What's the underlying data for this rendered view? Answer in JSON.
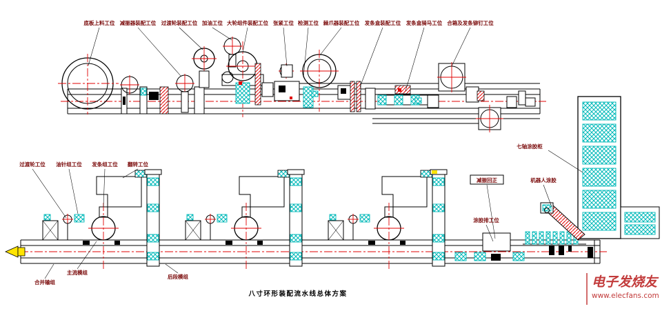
{
  "drawing": {
    "title": "八寸环形装配流水线总体方案",
    "top_station_labels": [
      "底板上料工位",
      "减振器装配工位",
      "过渡轮装配工位",
      "加油工位",
      "大轮组件装配工位",
      "张紧工位",
      "检测工位",
      "棘爪器装配工位",
      "发条盒装配工位",
      "发条盒骑马工位",
      "合箱及发条铆钉工位"
    ],
    "bottom_station_labels": [
      "过渡轮工位",
      "油针组工位",
      "发条组工位",
      "翻转工位"
    ],
    "right_labels": {
      "glue_cabinet": "七轴涂胶柜",
      "damper_reset": "减振回正",
      "robot_glue": "机器人涂胶",
      "glue_row": "涂胶排工位"
    },
    "bottom_edge_labels": [
      "合并输组",
      "主流模组",
      "后段模组"
    ]
  },
  "watermark": {
    "brand": "电子发烧友",
    "site": "www.elecfans.com"
  },
  "colors": {
    "background": "#ffffff",
    "line_black": "#000000",
    "centerline_red": "#e00000",
    "hatch_cyan": "#00b9b9",
    "label_maroon": "#7a0a0a",
    "watermark_red": "#c23b3b",
    "accent_yellow": "#ffe400"
  }
}
